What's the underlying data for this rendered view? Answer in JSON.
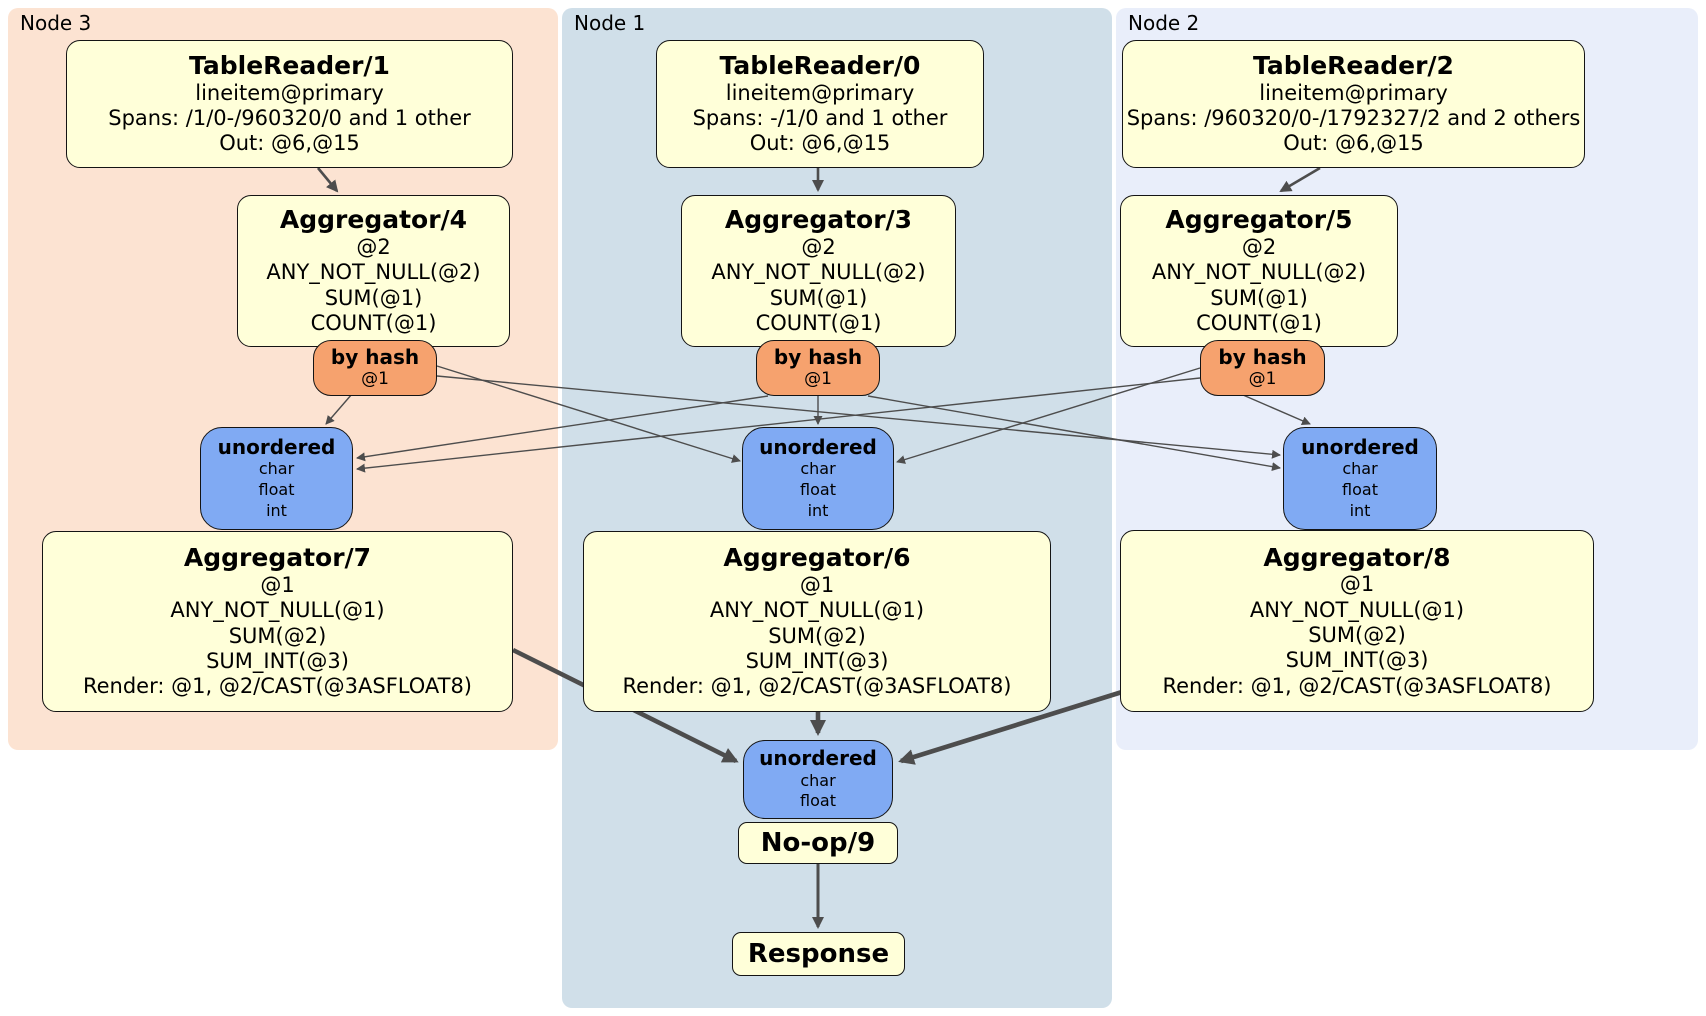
{
  "node3": {
    "label": "Node 3",
    "table_reader": {
      "title": "TableReader/1",
      "lines": [
        "lineitem@primary",
        "Spans: /1/0-/960320/0 and 1 other",
        "Out: @6,@15"
      ]
    },
    "aggregator_top": {
      "title": "Aggregator/4",
      "lines": [
        "@2",
        "ANY_NOT_NULL(@2)",
        "SUM(@1)",
        "COUNT(@1)"
      ]
    },
    "router": {
      "title": "by hash",
      "lines": [
        "@1"
      ]
    },
    "sync": {
      "title": "unordered",
      "lines": [
        "char",
        "float",
        "int"
      ]
    },
    "aggregator_bottom": {
      "title": "Aggregator/7",
      "lines": [
        "@1",
        "ANY_NOT_NULL(@1)",
        "SUM(@2)",
        "SUM_INT(@3)",
        "Render: @1, @2/CAST(@3ASFLOAT8)"
      ]
    }
  },
  "node1": {
    "label": "Node 1",
    "table_reader": {
      "title": "TableReader/0",
      "lines": [
        "lineitem@primary",
        "Spans: -/1/0 and 1 other",
        "Out: @6,@15"
      ]
    },
    "aggregator_top": {
      "title": "Aggregator/3",
      "lines": [
        "@2",
        "ANY_NOT_NULL(@2)",
        "SUM(@1)",
        "COUNT(@1)"
      ]
    },
    "router": {
      "title": "by hash",
      "lines": [
        "@1"
      ]
    },
    "sync": {
      "title": "unordered",
      "lines": [
        "char",
        "float",
        "int"
      ]
    },
    "aggregator_bottom": {
      "title": "Aggregator/6",
      "lines": [
        "@1",
        "ANY_NOT_NULL(@1)",
        "SUM(@2)",
        "SUM_INT(@3)",
        "Render: @1, @2/CAST(@3ASFLOAT8)"
      ]
    },
    "final_sync": {
      "title": "unordered",
      "lines": [
        "char",
        "float"
      ]
    },
    "noop": {
      "title": "No-op/9"
    },
    "response": {
      "title": "Response"
    }
  },
  "node2": {
    "label": "Node 2",
    "table_reader": {
      "title": "TableReader/2",
      "lines": [
        "lineitem@primary",
        "Spans: /960320/0-/1792327/2 and 2 others",
        "Out: @6,@15"
      ]
    },
    "aggregator_top": {
      "title": "Aggregator/5",
      "lines": [
        "@2",
        "ANY_NOT_NULL(@2)",
        "SUM(@1)",
        "COUNT(@1)"
      ]
    },
    "router": {
      "title": "by hash",
      "lines": [
        "@1"
      ]
    },
    "sync": {
      "title": "unordered",
      "lines": [
        "char",
        "float",
        "int"
      ]
    },
    "aggregator_bottom": {
      "title": "Aggregator/8",
      "lines": [
        "@1",
        "ANY_NOT_NULL(@1)",
        "SUM(@2)",
        "SUM_INT(@3)",
        "Render: @1, @2/CAST(@3ASFLOAT8)"
      ]
    }
  },
  "colors": {
    "node3_bg": "#fce3d2",
    "node1_bg": "#d0dfe9",
    "node2_bg": "#e9eefa",
    "operator_box": "#ffffd9",
    "router_box": "#f6a26e",
    "sync_box": "#80aaf3",
    "edge": "#4d4d4d"
  }
}
